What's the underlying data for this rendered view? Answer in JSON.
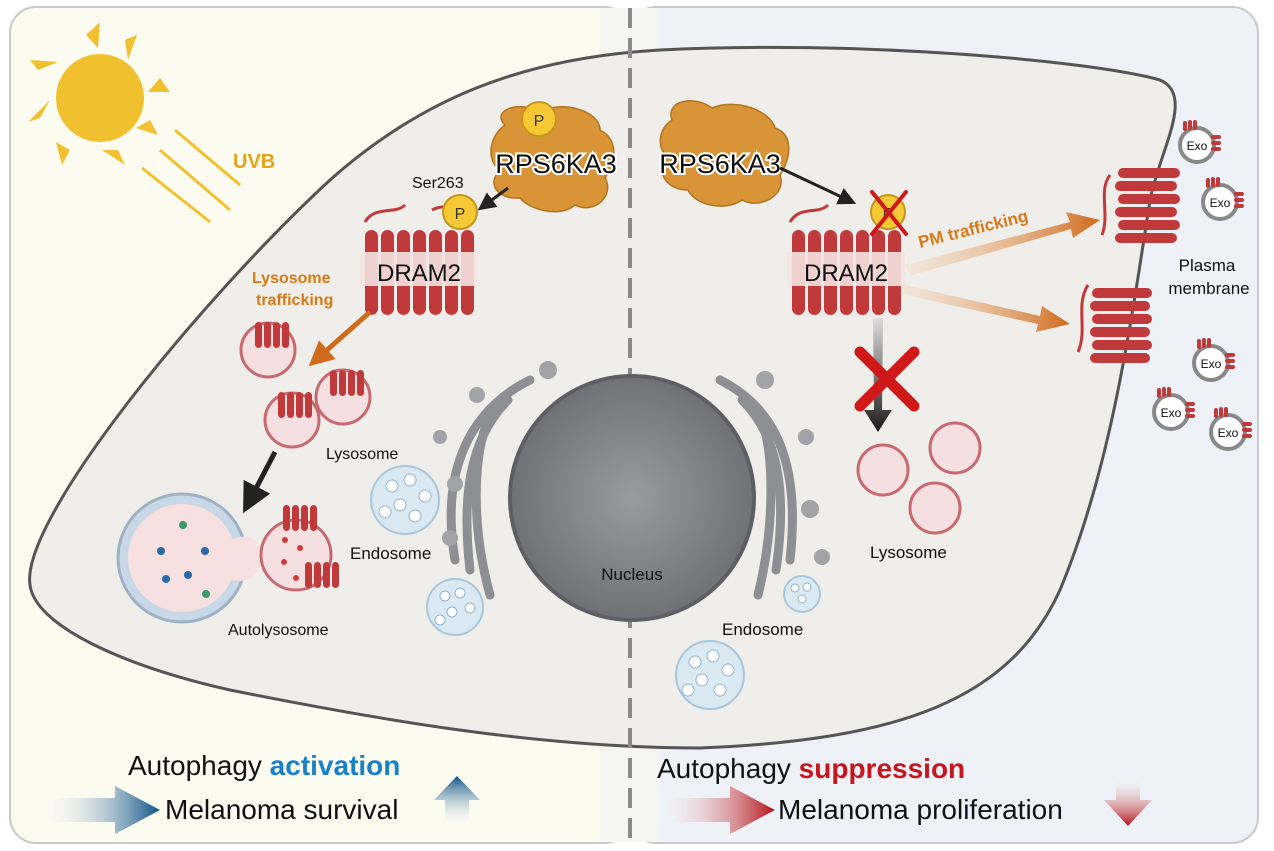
{
  "left_panel": {
    "uvb": "UVB",
    "kinase": "RPS6KA3",
    "phospho_site": "Ser263",
    "phospho_mark": "P",
    "receptor": "DRAM2",
    "trafficking_line1": "Lysosome",
    "trafficking_line2": "trafficking",
    "lysosome": "Lysosome",
    "autolysosome": "Autolysosome",
    "endosome": "Endosome",
    "nucleus": "Nucleus",
    "bottom_line1_a": "Autophagy ",
    "bottom_line1_b": "activation",
    "bottom_line2": "Melanoma survival"
  },
  "right_panel": {
    "kinase": "RPS6KA3",
    "phospho_mark": "P",
    "receptor": "DRAM2",
    "trafficking": "PM trafficking",
    "membrane_line1": "Plasma",
    "membrane_line2": "membrane",
    "exosome": "Exo",
    "lysosome": "Lysosome",
    "endosome": "Endosome",
    "bottom_line1_a": "Autophagy ",
    "bottom_line1_b": "suppression",
    "bottom_line2": "Melanoma proliferation"
  },
  "colors": {
    "left_bg": "#fcfbf0",
    "right_bg": "#edf1f8",
    "cell_fill": "#efeeea",
    "cell_stroke": "#555555",
    "receptor_red": "#c0393b",
    "kinase_orange": "#d89436",
    "sun_yellow": "#f0c02f",
    "uvb_orange": "#e6a31a",
    "lysosome_trafficking": "#d77a16",
    "pm_trafficking": "#d97a1a",
    "activation_blue": "#1a80c8",
    "suppression_red": "#c4161c",
    "nucleus_gray": "#8e8f93",
    "endosome_blue": "#dbe9f3"
  }
}
